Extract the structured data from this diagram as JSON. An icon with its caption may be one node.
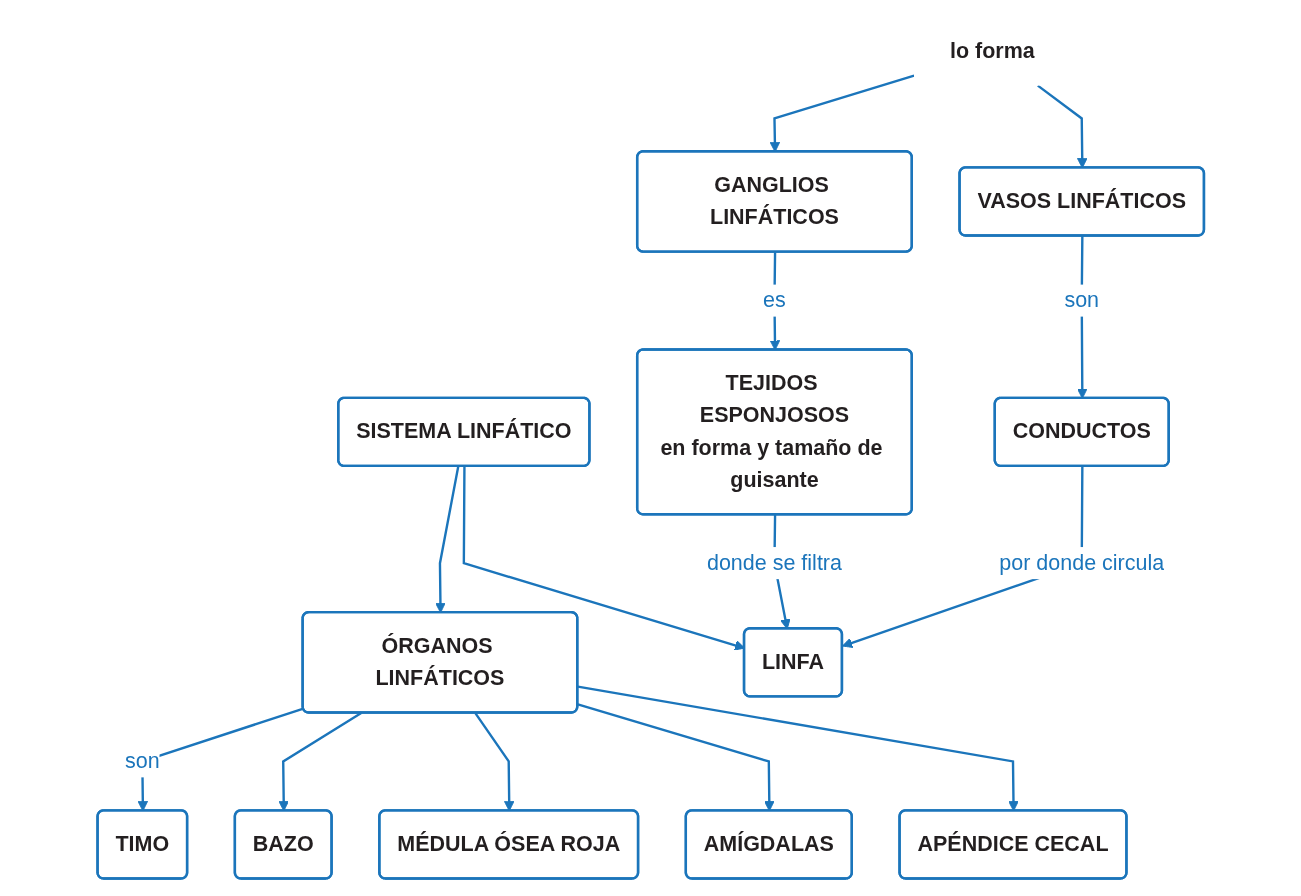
{
  "diagram": {
    "nodes": [
      {
        "text": [
          "SISTEMA LINFÁTICO"
        ]
      },
      {
        "text": [
          "lo forma"
        ]
      },
      {
        "text": [
          "ÓRGANOS LINFÁTICOS"
        ]
      },
      {
        "text": [
          "VASOS LINFÁTICOS"
        ]
      },
      {
        "text": [
          "GANGLIOS LINFÁTICOS"
        ]
      },
      {
        "text": [
          "LINFA"
        ]
      },
      {
        "text": [
          "TIMO"
        ]
      },
      {
        "text": [
          "BAZO"
        ]
      },
      {
        "text": [
          "TEJIDOS ESPONJOSOS",
          "en forma y tamaño de guisante"
        ]
      },
      {
        "text": [
          "MÉDULA ÓSEA ROJA"
        ]
      },
      {
        "text": [
          "CONDUCTOS"
        ]
      },
      {
        "text": [
          "AMÍGDALAS"
        ]
      },
      {
        "text": [
          "APÉNDICE CECAL"
        ]
      }
    ],
    "edges": [
      {
        "from": 0,
        "to": 2,
        "arrow": "to"
      },
      {
        "from": 0,
        "to": 5,
        "arrow": "to"
      },
      {
        "from": 1,
        "to": 3,
        "arrow": "to"
      },
      {
        "from": 1,
        "to": 4,
        "arrow": "to"
      },
      {
        "from": 2,
        "to": 6,
        "arrow": "to",
        "label": "son"
      },
      {
        "from": 2,
        "to": 7,
        "arrow": "to"
      },
      {
        "from": 2,
        "to": 9,
        "arrow": "to"
      },
      {
        "from": 2,
        "to": 11,
        "arrow": "to"
      },
      {
        "from": 2,
        "to": 12,
        "arrow": "to"
      },
      {
        "from": 3,
        "to": 10,
        "arrow": "to",
        "label": "son"
      },
      {
        "from": 4,
        "to": 8,
        "arrow": "to",
        "label": "es"
      },
      {
        "from": 8,
        "to": 5,
        "arrow": "to",
        "label": "donde se filtra"
      },
      {
        "from": 10,
        "to": 5,
        "arrow": "to",
        "label": "por donde circula"
      }
    ]
  }
}
